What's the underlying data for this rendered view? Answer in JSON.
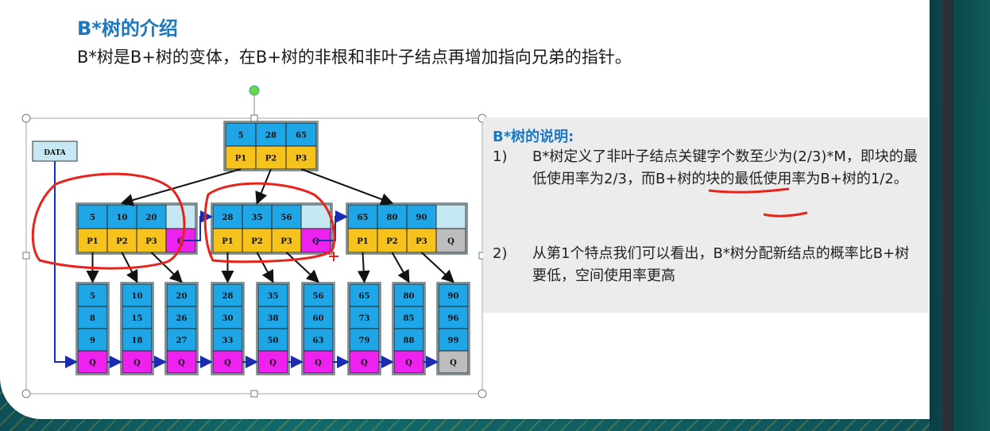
{
  "slide": {
    "title": "B*树的介绍",
    "subtitle": "B*树是B+树的变体，在B+树的非根和非叶子结点再增加指向兄弟的指针。"
  },
  "explanation": {
    "heading": "B*树的说明:",
    "points": [
      {
        "num": "1)",
        "text": "B*树定义了非叶子结点关键字个数至少为(2/3)*M，即块的最低使用率为2/3，而B+树的块的最低使用率为B+树的1/2。"
      },
      {
        "num": "2)",
        "text": "从第1个特点我们可以看出，B*树分配新结点的概率比B+树要低，空间使用率更高"
      }
    ]
  },
  "diagram": {
    "data_label": "DATA",
    "root": {
      "keys": [
        "5",
        "28",
        "65"
      ],
      "ptrs": [
        "P1",
        "P2",
        "P3"
      ]
    },
    "internal": [
      {
        "keys": [
          "5",
          "10",
          "20"
        ],
        "ptrs": [
          "P1",
          "P2",
          "P3"
        ],
        "sibling": "Q"
      },
      {
        "keys": [
          "28",
          "35",
          "56"
        ],
        "ptrs": [
          "P1",
          "P2",
          "P3"
        ],
        "sibling": "Q"
      },
      {
        "keys": [
          "65",
          "80",
          "90"
        ],
        "ptrs": [
          "P1",
          "P2",
          "P3"
        ],
        "sibling": "Q"
      }
    ],
    "leaves": [
      [
        "5",
        "8",
        "9"
      ],
      [
        "10",
        "15",
        "18"
      ],
      [
        "20",
        "26",
        "27"
      ],
      [
        "28",
        "30",
        "33"
      ],
      [
        "35",
        "38",
        "50"
      ],
      [
        "56",
        "60",
        "63"
      ],
      [
        "65",
        "73",
        "79"
      ],
      [
        "80",
        "85",
        "88"
      ],
      [
        "90",
        "96",
        "99"
      ]
    ],
    "leaf_link": "Q",
    "colors": {
      "key": "#1ea6e6",
      "ptr": "#f6c21c",
      "link": "#ee22ee",
      "null": "#bdbdbd",
      "frame": "#c5e8f3",
      "annotation": "#e8231c",
      "arrow": "#1a2db0"
    }
  }
}
